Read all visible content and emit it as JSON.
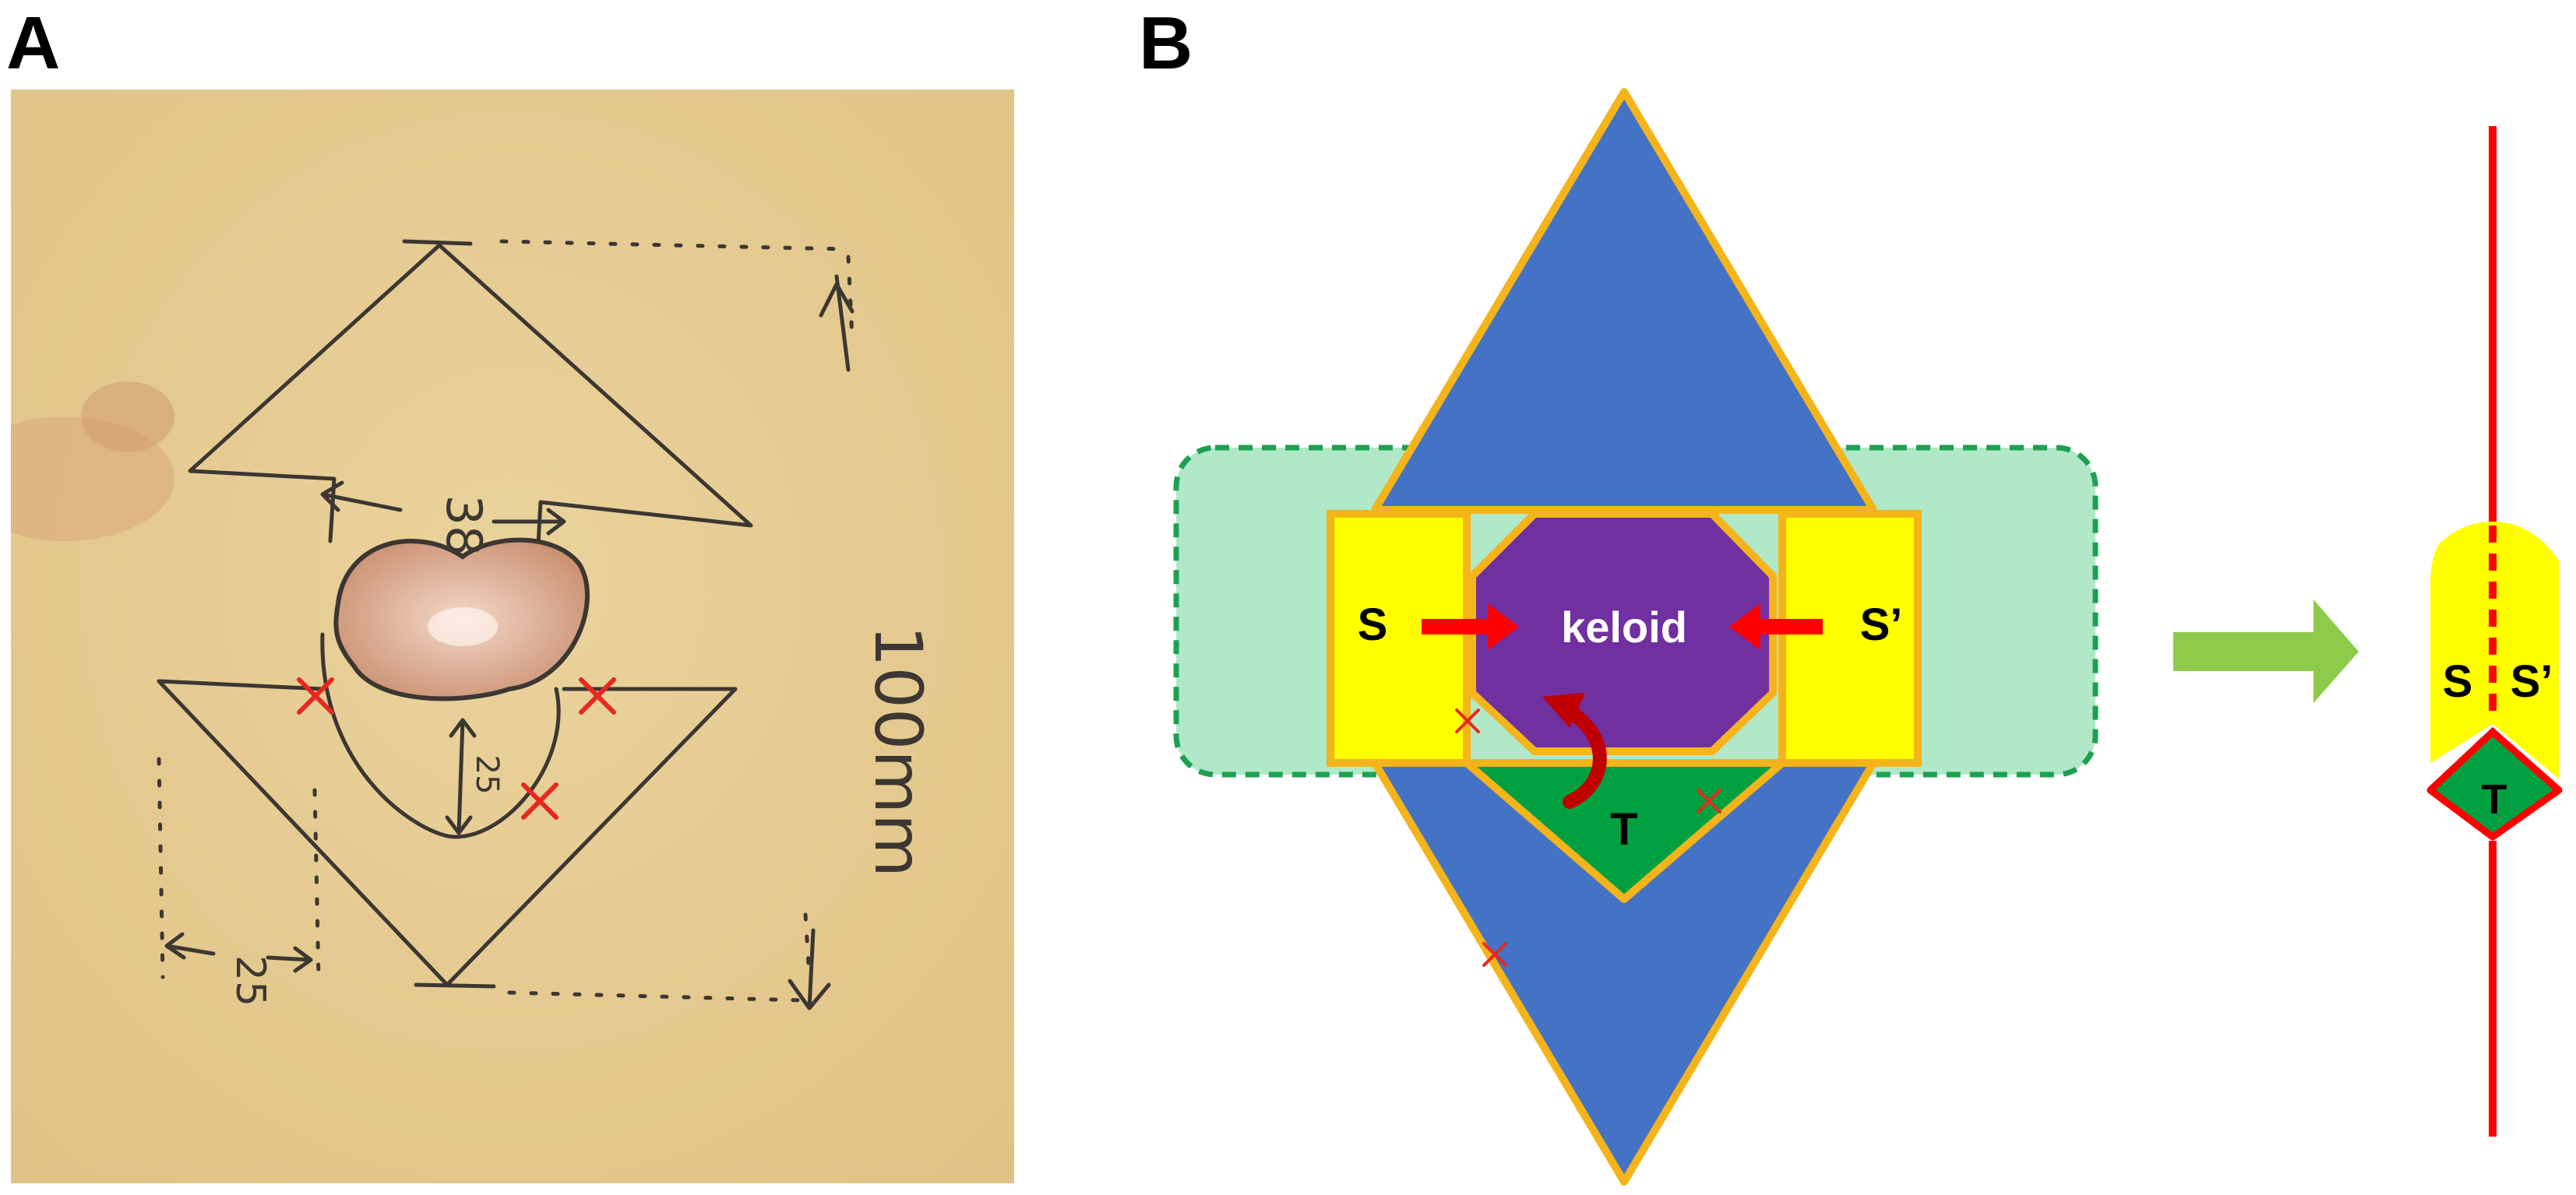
{
  "panels": {
    "a": {
      "letter": "A"
    },
    "b": {
      "letter": "B"
    }
  },
  "photo_annotations": {
    "width_mark": "38",
    "height_mark": "100mm",
    "depth_mark": "25",
    "side_mark": "25"
  },
  "schematic_labels": {
    "keloid": "keloid",
    "flap_s": "S",
    "flap_s_prime": "S’",
    "flap_t": "T",
    "result_s": "S",
    "result_s_prime": "S’",
    "result_t": "T"
  },
  "colors": {
    "diamond_flap": "#4472C4",
    "diamond_outline": "#F4B41A",
    "side_flap": "#FFFF00",
    "keloid": "#7030A0",
    "t_flap": "#00A040",
    "zone_fill": "#B0E8C8",
    "zone_border": "#1EA050",
    "arrow_red": "#FF0000",
    "transition_arrow": "#8DCB4A",
    "skin_photo": "#E8CD94",
    "marker_x": "#E8281E"
  },
  "icons": {
    "excision_mark": "cross-mark-icon",
    "transition": "right-arrow-icon"
  }
}
